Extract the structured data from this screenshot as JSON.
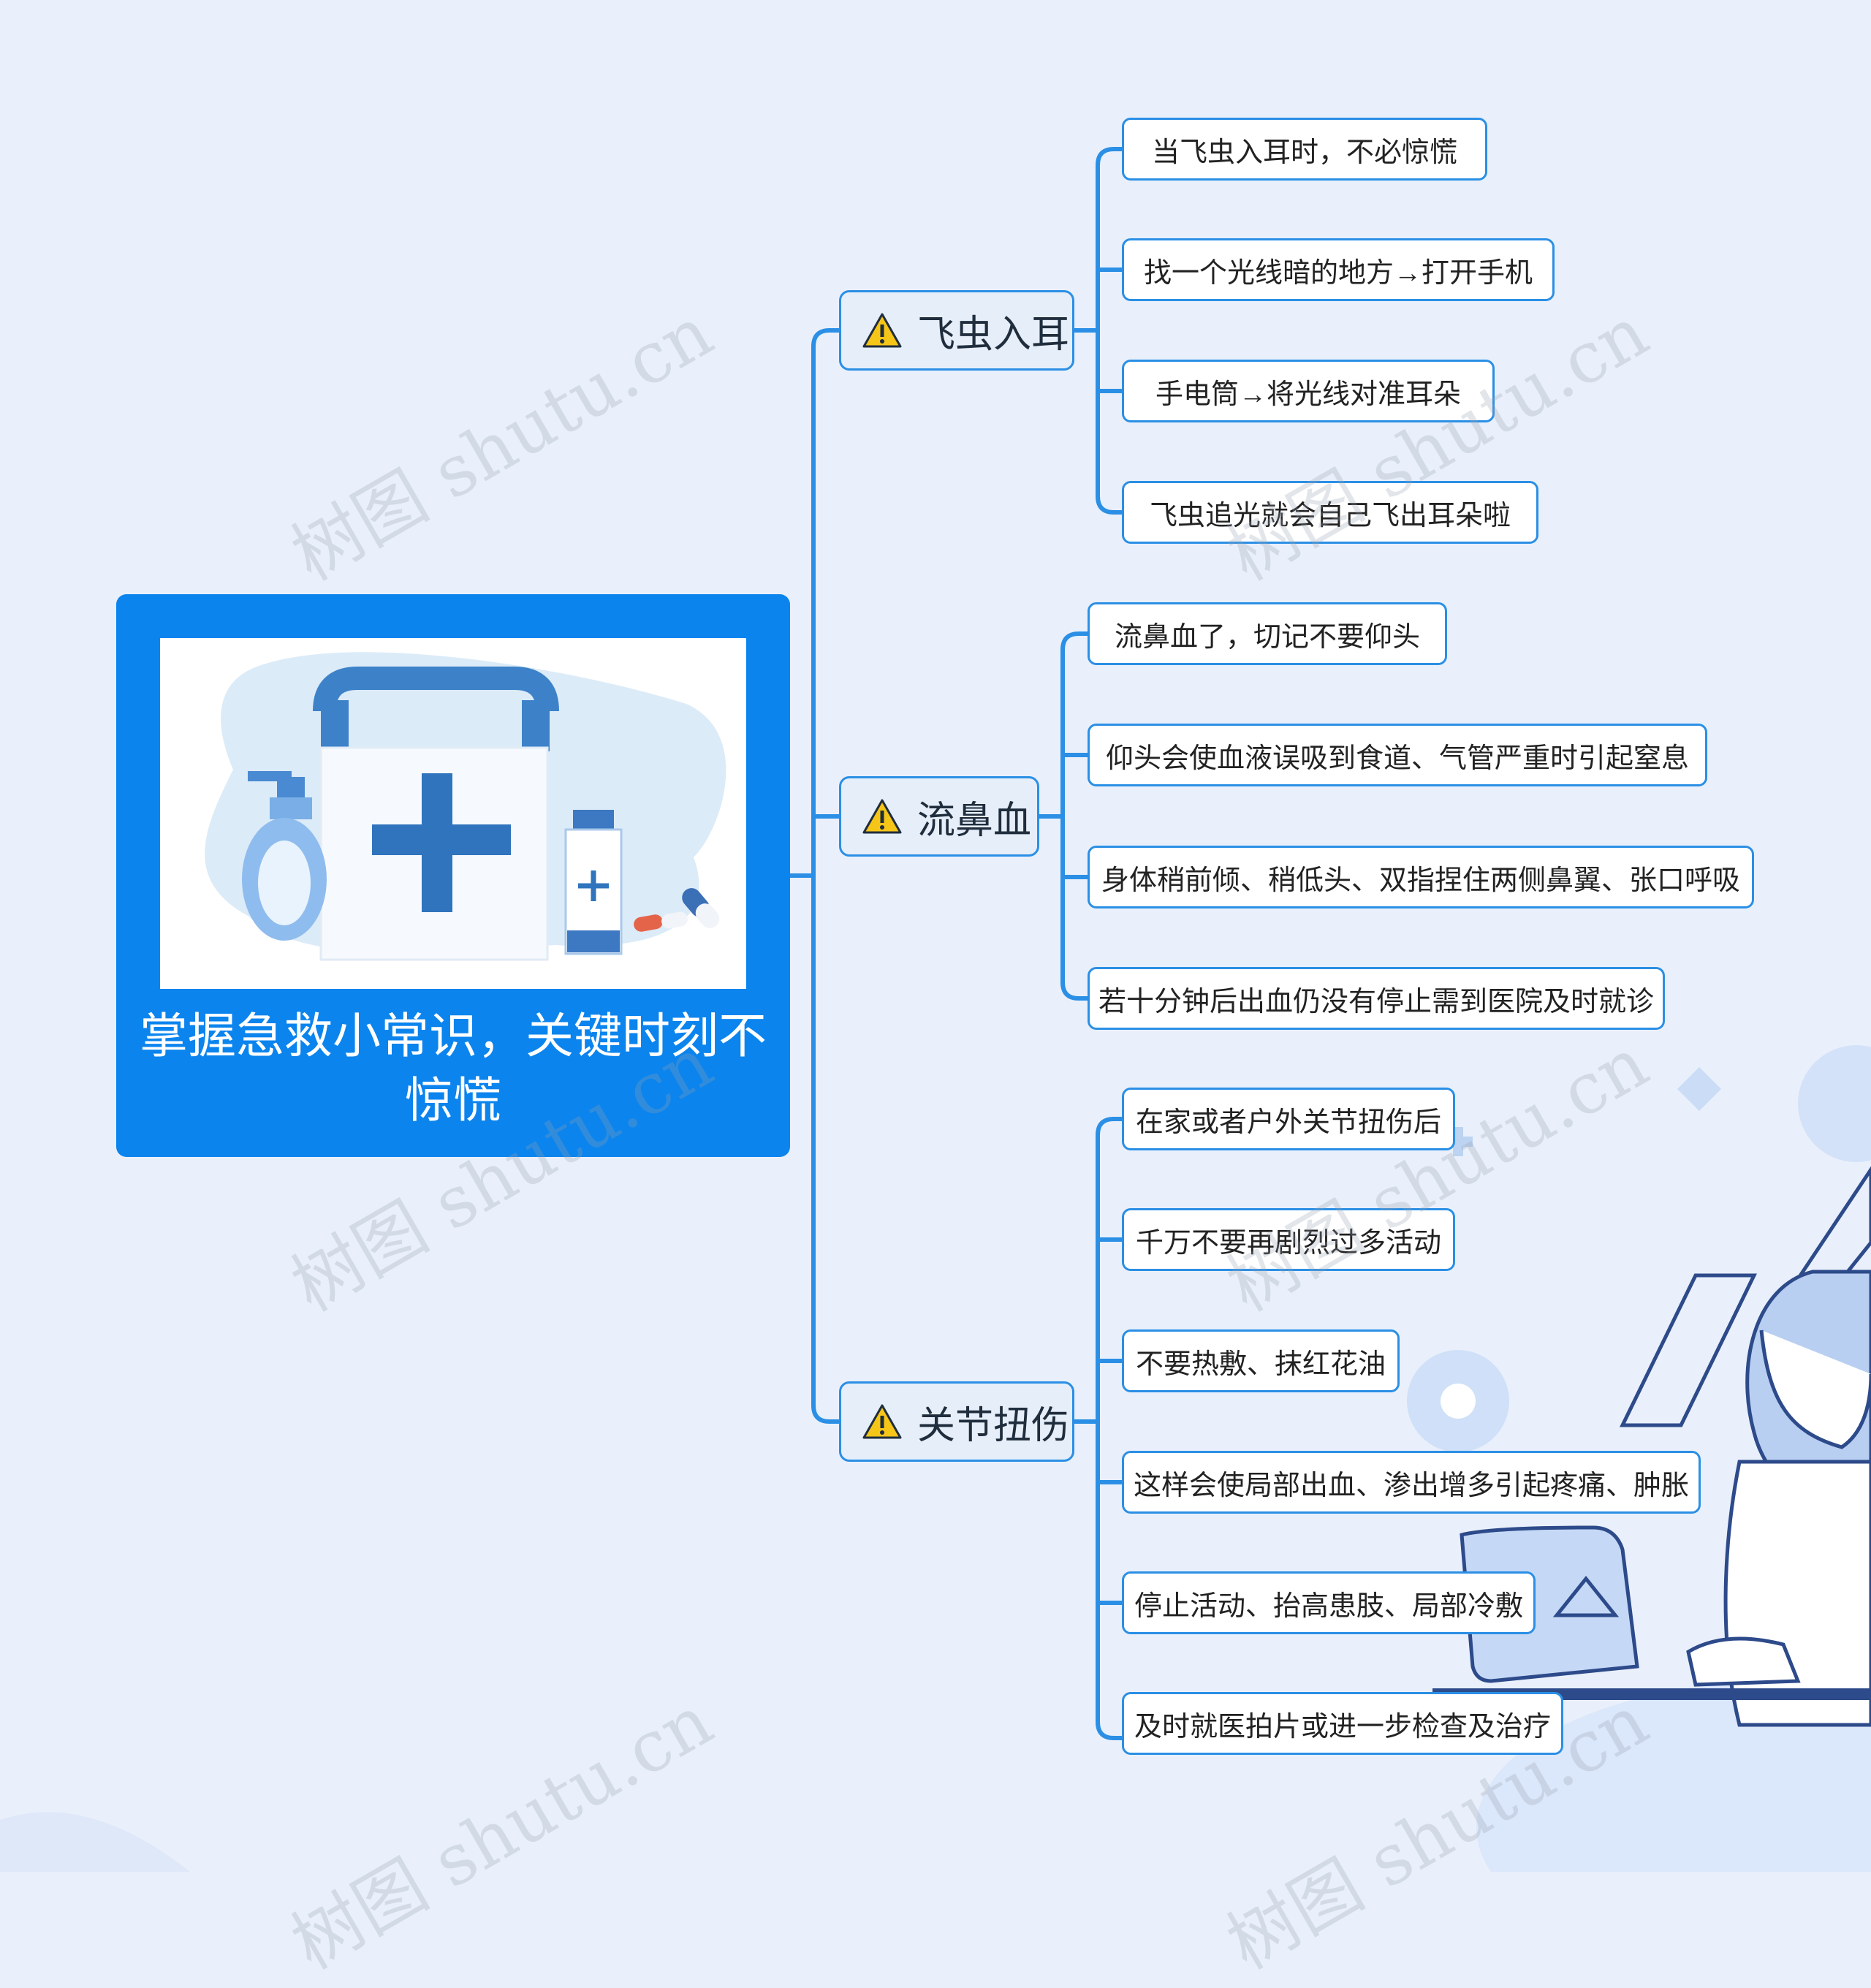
{
  "colors": {
    "accent": "#0b84ee",
    "line": "#2b8fe5",
    "background": "#e9f0fb"
  },
  "root": {
    "title": "掌握急救小常识，关键时刻不惊慌",
    "image": "first-aid-kit-illustration"
  },
  "branches": [
    {
      "icon": "warning-icon",
      "label": "飞虫入耳",
      "children": [
        "当飞虫入耳时，不必惊慌",
        "找一个光线暗的地方→打开手机",
        "手电筒→将光线对准耳朵",
        "飞虫追光就会自己飞出耳朵啦"
      ]
    },
    {
      "icon": "warning-icon",
      "label": "流鼻血",
      "children": [
        "流鼻血了，切记不要仰头",
        "仰头会使血液误吸到食道、气管严重时引起窒息",
        "身体稍前倾、稍低头、双指捏住两侧鼻翼、张口呼吸",
        "若十分钟后出血仍没有停止需到医院及时就诊"
      ]
    },
    {
      "icon": "warning-icon",
      "label": "关节扭伤",
      "children": [
        "在家或者户外关节扭伤后",
        "千万不要再剧烈过多活动",
        "不要热敷、抹红花油",
        "这样会使局部出血、渗出增多引起疼痛、肿胀",
        "停止活动、抬高患肢、局部冷敷",
        "及时就医拍片或进一步检查及治疗"
      ]
    }
  ],
  "watermark": "树图 shutu.cn"
}
